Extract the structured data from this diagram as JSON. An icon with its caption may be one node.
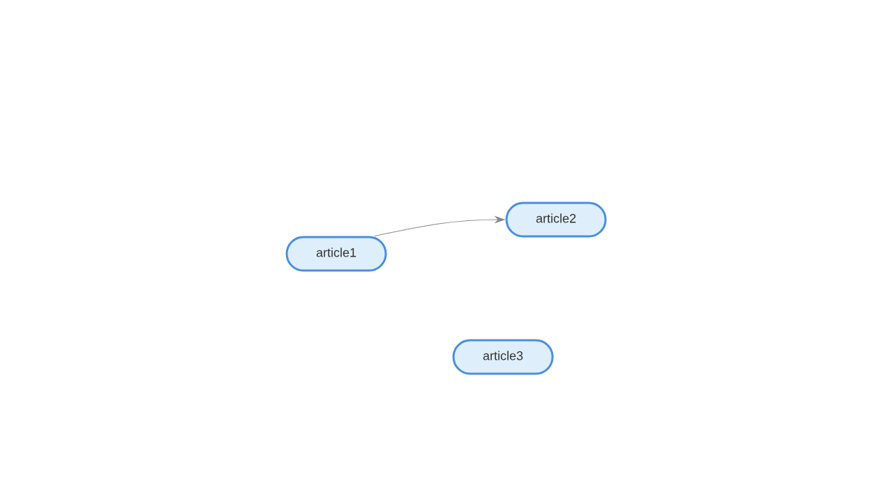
{
  "diagram": {
    "nodes": [
      {
        "text": [
          "article1"
        ]
      },
      {
        "text": [
          "article2"
        ]
      },
      {
        "text": [
          "article3"
        ]
      }
    ],
    "edges": [
      {
        "from": 0,
        "to": 1,
        "arrow": "to"
      }
    ]
  }
}
